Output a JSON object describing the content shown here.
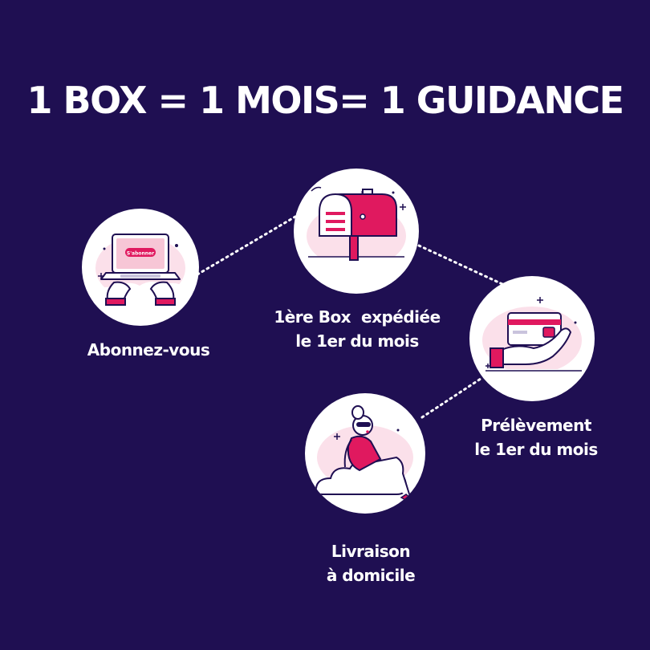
{
  "title": "1 BOX = 1 MOIS= 1 GUIDANCE",
  "colors": {
    "background": "#1f0f52",
    "accent": "#e0195f",
    "pink_soft": "#fbe0ea",
    "text": "#ffffff"
  },
  "steps": [
    {
      "icon": "laptop-icon",
      "button_text": "S'abonner",
      "lines": [
        "Abonnez-vous"
      ]
    },
    {
      "icon": "mailbox-icon",
      "lines": [
        "1ère Box  expédiée",
        "le 1er du mois"
      ]
    },
    {
      "icon": "credit-card-hand-icon",
      "lines": [
        "Prélèvement",
        "le 1er du mois"
      ]
    },
    {
      "icon": "woman-on-cloud-icon",
      "lines": [
        "Livraison",
        "à domicile"
      ]
    }
  ]
}
